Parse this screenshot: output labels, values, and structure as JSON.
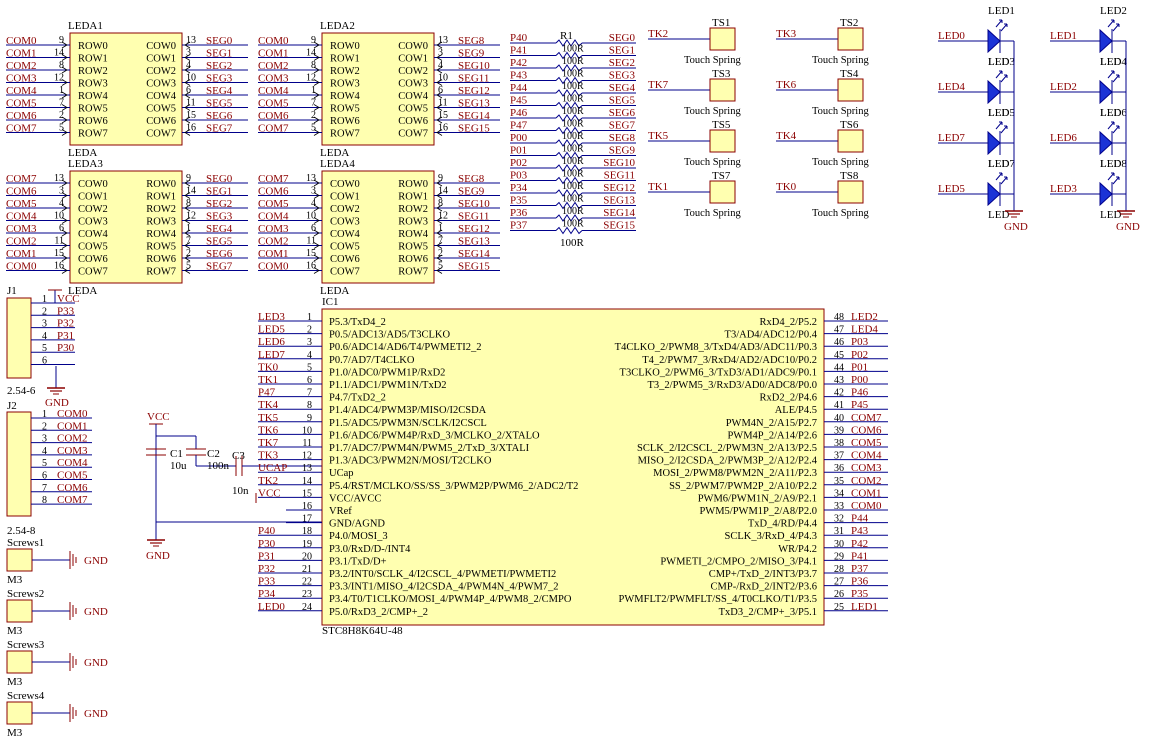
{
  "matrices": [
    {
      "ref": "LEDA1",
      "sub": "LEDA",
      "left_names": [
        "ROW0",
        "ROW1",
        "ROW2",
        "ROW3",
        "ROW4",
        "ROW5",
        "ROW6",
        "ROW7"
      ],
      "right_names": [
        "COW0",
        "COW1",
        "COW2",
        "COW3",
        "COW4",
        "COW5",
        "COW6",
        "COW7"
      ],
      "left_pins": [
        "9",
        "14",
        "8",
        "12",
        "1",
        "7",
        "2",
        "5"
      ],
      "right_pins": [
        "13",
        "3",
        "4",
        "10",
        "6",
        "11",
        "15",
        "16"
      ],
      "left_nets": [
        "COM0",
        "COM1",
        "COM2",
        "COM3",
        "COM4",
        "COM5",
        "COM6",
        "COM7"
      ],
      "right_nets": [
        "SEG0",
        "SEG1",
        "SEG2",
        "SEG3",
        "SEG4",
        "SEG5",
        "SEG6",
        "SEG7"
      ]
    },
    {
      "ref": "LEDA2",
      "sub": "LEDA",
      "left_names": [
        "ROW0",
        "ROW1",
        "ROW2",
        "ROW3",
        "ROW4",
        "ROW5",
        "ROW6",
        "ROW7"
      ],
      "right_names": [
        "COW0",
        "COW1",
        "COW2",
        "COW3",
        "COW4",
        "COW5",
        "COW6",
        "COW7"
      ],
      "left_pins": [
        "9",
        "14",
        "8",
        "12",
        "1",
        "7",
        "2",
        "5"
      ],
      "right_pins": [
        "13",
        "3",
        "4",
        "10",
        "6",
        "11",
        "15",
        "16"
      ],
      "left_nets": [
        "COM0",
        "COM1",
        "COM2",
        "COM3",
        "COM4",
        "COM5",
        "COM6",
        "COM7"
      ],
      "right_nets": [
        "SEG8",
        "SEG9",
        "SEG10",
        "SEG11",
        "SEG12",
        "SEG13",
        "SEG14",
        "SEG15"
      ]
    },
    {
      "ref": "LEDA3",
      "sub": "LEDA",
      "left_names": [
        "COW0",
        "COW1",
        "COW2",
        "COW3",
        "COW4",
        "COW5",
        "COW6",
        "COW7"
      ],
      "right_names": [
        "ROW0",
        "ROW1",
        "ROW2",
        "ROW3",
        "ROW4",
        "ROW5",
        "ROW6",
        "ROW7"
      ],
      "left_pins": [
        "13",
        "3",
        "4",
        "10",
        "6",
        "11",
        "15",
        "16"
      ],
      "right_pins": [
        "9",
        "14",
        "8",
        "12",
        "1",
        "7",
        "2",
        "5"
      ],
      "left_nets": [
        "COM7",
        "COM6",
        "COM5",
        "COM4",
        "COM3",
        "COM2",
        "COM1",
        "COM0"
      ],
      "right_nets": [
        "SEG0",
        "SEG1",
        "SEG2",
        "SEG3",
        "SEG4",
        "SEG5",
        "SEG6",
        "SEG7"
      ]
    },
    {
      "ref": "LEDA4",
      "sub": "LEDA",
      "left_names": [
        "COW0",
        "COW1",
        "COW2",
        "COW3",
        "COW4",
        "COW5",
        "COW6",
        "COW7"
      ],
      "right_names": [
        "ROW0",
        "ROW1",
        "ROW2",
        "ROW3",
        "ROW4",
        "ROW5",
        "ROW6",
        "ROW7"
      ],
      "left_pins": [
        "13",
        "3",
        "4",
        "10",
        "6",
        "11",
        "15",
        "16"
      ],
      "right_pins": [
        "9",
        "14",
        "8",
        "12",
        "1",
        "7",
        "2",
        "5"
      ],
      "left_nets": [
        "COM7",
        "COM6",
        "COM5",
        "COM4",
        "COM3",
        "COM2",
        "COM1",
        "COM0"
      ],
      "right_nets": [
        "SEG8",
        "SEG9",
        "SEG10",
        "SEG11",
        "SEG12",
        "SEG13",
        "SEG14",
        "SEG15"
      ]
    }
  ],
  "resistors": {
    "ref": "R1",
    "value": "100R",
    "rows": [
      {
        "port": "P40",
        "seg": "SEG0"
      },
      {
        "port": "P41",
        "seg": "SEG1"
      },
      {
        "port": "P42",
        "seg": "SEG2"
      },
      {
        "port": "P43",
        "seg": "SEG3"
      },
      {
        "port": "P44",
        "seg": "SEG4"
      },
      {
        "port": "P45",
        "seg": "SEG5"
      },
      {
        "port": "P46",
        "seg": "SEG6"
      },
      {
        "port": "P47",
        "seg": "SEG7"
      },
      {
        "port": "P00",
        "seg": "SEG8"
      },
      {
        "port": "P01",
        "seg": "SEG9"
      },
      {
        "port": "P02",
        "seg": "SEG10"
      },
      {
        "port": "P03",
        "seg": "SEG11"
      },
      {
        "port": "P34",
        "seg": "SEG12"
      },
      {
        "port": "P35",
        "seg": "SEG13"
      },
      {
        "port": "P36",
        "seg": "SEG14"
      },
      {
        "port": "P37",
        "seg": "SEG15"
      }
    ]
  },
  "touch": {
    "desc": "Touch Spring",
    "items": [
      {
        "ref": "TS1",
        "net": "TK2"
      },
      {
        "ref": "TS2",
        "net": "TK3"
      },
      {
        "ref": "TS3",
        "net": "TK7"
      },
      {
        "ref": "TS4",
        "net": "TK6"
      },
      {
        "ref": "TS5",
        "net": "TK5"
      },
      {
        "ref": "TS6",
        "net": "TK4"
      },
      {
        "ref": "TS7",
        "net": "TK1"
      },
      {
        "ref": "TS8",
        "net": "TK0"
      }
    ]
  },
  "leds": {
    "desc": "LED",
    "gnd": "GND",
    "items": [
      {
        "ref": "LED1",
        "net": "LED0"
      },
      {
        "ref": "LED2",
        "net": "LED1"
      },
      {
        "ref": "LED3",
        "net": "LED4"
      },
      {
        "ref": "LED4",
        "net": "LED2"
      },
      {
        "ref": "LED5",
        "net": "LED7"
      },
      {
        "ref": "LED6",
        "net": "LED6"
      },
      {
        "ref": "LED7",
        "net": "LED5"
      },
      {
        "ref": "LED8",
        "net": "LED3"
      }
    ]
  },
  "j1": {
    "ref": "J1",
    "value": "2.54-6",
    "pins": [
      "1",
      "2",
      "3",
      "4",
      "5",
      "6"
    ],
    "nets": [
      "VCC",
      "P33",
      "P32",
      "P31",
      "P30",
      ""
    ],
    "gnd": "GND"
  },
  "j2": {
    "ref": "J2",
    "value": "2.54-8",
    "pins": [
      "1",
      "2",
      "3",
      "4",
      "5",
      "6",
      "7",
      "8"
    ],
    "nets": [
      "COM0",
      "COM1",
      "COM2",
      "COM3",
      "COM4",
      "COM5",
      "COM6",
      "COM7"
    ]
  },
  "screws": {
    "value": "M3",
    "gnd": "GND",
    "items": [
      "Screws1",
      "Screws2",
      "Screws3",
      "Screws4"
    ]
  },
  "caps": {
    "vcc": "VCC",
    "gnd": "GND",
    "c1_ref": "C1",
    "c1_val": "10u",
    "c2_ref": "C2",
    "c2_val": "100n",
    "c3_ref": "C3",
    "c3_val": "10n"
  },
  "ic": {
    "ref": "IC1",
    "value": "STC8H8K64U-48",
    "left": [
      {
        "pin": "1",
        "name": "P5.3/TxD4_2",
        "net": "LED3"
      },
      {
        "pin": "2",
        "name": "P0.5/ADC13/AD5/T3CLKO",
        "net": "LED5"
      },
      {
        "pin": "3",
        "name": "P0.6/ADC14/AD6/T4/PWMETI2_2",
        "net": "LED6"
      },
      {
        "pin": "4",
        "name": "P0.7/AD7/T4CLKO",
        "net": "LED7"
      },
      {
        "pin": "5",
        "name": "P1.0/ADC0/PWM1P/RxD2",
        "net": "TK0"
      },
      {
        "pin": "6",
        "name": "P1.1/ADC1/PWM1N/TxD2",
        "net": "TK1"
      },
      {
        "pin": "7",
        "name": "P4.7/TxD2_2",
        "net": "P47"
      },
      {
        "pin": "8",
        "name": "P1.4/ADC4/PWM3P/MISO/I2CSDA",
        "net": "TK4"
      },
      {
        "pin": "9",
        "name": "P1.5/ADC5/PWM3N/SCLK/I2CSCL",
        "net": "TK5"
      },
      {
        "pin": "10",
        "name": "P1.6/ADC6/PWM4P/RxD_3/MCLKO_2/XTALO",
        "net": "TK6"
      },
      {
        "pin": "11",
        "name": "P1.7/ADC7/PWM4N/PWM5_2/TxD_3/XTALI",
        "net": "TK7"
      },
      {
        "pin": "12",
        "name": "P1.3/ADC3/PWM2N/MOSI/T2CLKO",
        "net": "TK3"
      },
      {
        "pin": "13",
        "name": "UCap",
        "net": "UCAP"
      },
      {
        "pin": "14",
        "name": "P5.4/RST/MCLKO/SS/SS_3/PWM2P/PWM6_2/ADC2/T2",
        "net": "TK2"
      },
      {
        "pin": "15",
        "name": "VCC/AVCC",
        "net": "VCC"
      },
      {
        "pin": "16",
        "name": "VRef",
        "net": ""
      },
      {
        "pin": "17",
        "name": "GND/AGND",
        "net": ""
      },
      {
        "pin": "18",
        "name": "P4.0/MOSI_3",
        "net": "P40"
      },
      {
        "pin": "19",
        "name": "P3.0/RxD/D-/INT4",
        "net": "P30"
      },
      {
        "pin": "20",
        "name": "P3.1/TxD/D+",
        "net": "P31"
      },
      {
        "pin": "21",
        "name": "P3.2/INT0/SCLK_4/I2CSCL_4/PWMETI/PWMETI2",
        "net": "P32"
      },
      {
        "pin": "22",
        "name": "P3.3/INT1/MISO_4/I2CSDA_4/PWM4N_4/PWM7_2",
        "net": "P33"
      },
      {
        "pin": "23",
        "name": "P3.4/T0/T1CLKO/MOSI_4/PWM4P_4/PWM8_2/CMPO",
        "net": "P34"
      },
      {
        "pin": "24",
        "name": "P5.0/RxD3_2/CMP+_2",
        "net": "LED0"
      }
    ],
    "right": [
      {
        "pin": "48",
        "name": "RxD4_2/P5.2",
        "net": "LED2"
      },
      {
        "pin": "47",
        "name": "T3/AD4/ADC12/P0.4",
        "net": "LED4"
      },
      {
        "pin": "46",
        "name": "T4CLKO_2/PWM8_3/TxD4/AD3/ADC11/P0.3",
        "net": "P03"
      },
      {
        "pin": "45",
        "name": "T4_2/PWM7_3/RxD4/AD2/ADC10/P0.2",
        "net": "P02"
      },
      {
        "pin": "44",
        "name": "T3CLKO_2/PWM6_3/TxD3/AD1/ADC9/P0.1",
        "net": "P01"
      },
      {
        "pin": "43",
        "name": "T3_2/PWM5_3/RxD3/AD0/ADC8/P0.0",
        "net": "P00"
      },
      {
        "pin": "42",
        "name": "RxD2_2/P4.6",
        "net": "P46"
      },
      {
        "pin": "41",
        "name": "ALE/P4.5",
        "net": "P45"
      },
      {
        "pin": "40",
        "name": "PWM4N_2/A15/P2.7",
        "net": "COM7"
      },
      {
        "pin": "39",
        "name": "PWM4P_2/A14/P2.6",
        "net": "COM6"
      },
      {
        "pin": "38",
        "name": "SCLK_2/I2CSCL_2/PWM3N_2/A13/P2.5",
        "net": "COM5"
      },
      {
        "pin": "37",
        "name": "MISO_2/I2CSDA_2/PWM3P_2/A12/P2.4",
        "net": "COM4"
      },
      {
        "pin": "36",
        "name": "MOSI_2/PWM8/PWM2N_2/A11/P2.3",
        "net": "COM3"
      },
      {
        "pin": "35",
        "name": "SS_2/PWM7/PWM2P_2/A10/P2.2",
        "net": "COM2"
      },
      {
        "pin": "34",
        "name": "PWM6/PWM1N_2/A9/P2.1",
        "net": "COM1"
      },
      {
        "pin": "33",
        "name": "PWM5/PWM1P_2/A8/P2.0",
        "net": "COM0"
      },
      {
        "pin": "32",
        "name": "TxD_4/RD/P4.4",
        "net": "P44"
      },
      {
        "pin": "31",
        "name": "SCLK_3/RxD_4/P4.3",
        "net": "P43"
      },
      {
        "pin": "30",
        "name": "WR/P4.2",
        "net": "P42"
      },
      {
        "pin": "29",
        "name": "PWMETI_2/CMPO_2/MISO_3/P4.1",
        "net": "P41"
      },
      {
        "pin": "28",
        "name": "CMP+/TxD_2/INT3/P3.7",
        "net": "P37"
      },
      {
        "pin": "27",
        "name": "CMP-/RxD_2/INT2/P3.6",
        "net": "P36"
      },
      {
        "pin": "26",
        "name": "PWMFLT2/PWMFLT/SS_4/T0CLKO/T1/P3.5",
        "net": "P35"
      },
      {
        "pin": "25",
        "name": "TxD3_2/CMP+_3/P5.1",
        "net": "LED1"
      }
    ]
  }
}
